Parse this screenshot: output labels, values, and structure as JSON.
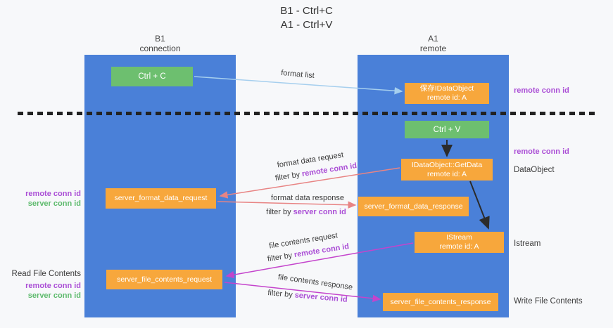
{
  "colors": {
    "background": "#f7f8fa",
    "column_blue": "#4a80d8",
    "green_box": "#6dbf6f",
    "orange_box": "#f7a73c",
    "purple_label": "#ab4fd6",
    "green_label": "#5fbb6e",
    "arrow_blue": "#a6cfee",
    "arrow_salmon": "#e88484",
    "arrow_magenta": "#c444cc",
    "arrow_black": "#2b2b2b",
    "text_dark": "#3c3c3c"
  },
  "title": {
    "line1": "B1 - Ctrl+C",
    "line2": "A1 - Ctrl+V"
  },
  "columns": {
    "left": {
      "name": "B1",
      "subtitle": "connection"
    },
    "right": {
      "name": "A1",
      "subtitle": "remote"
    }
  },
  "boxes": {
    "ctrl_c": {
      "label": "Ctrl + C"
    },
    "ctrl_v": {
      "label": "Ctrl + V"
    },
    "save_dataobject": {
      "line1": "保存IDataObject",
      "line2": "remote id: A"
    },
    "getdata": {
      "line1": "IDataObject::GetData",
      "line2": "remote id: A"
    },
    "istream": {
      "line1": "IStream",
      "line2": "remote id: A"
    },
    "server_format_data_request": {
      "label": "server_format_data_request"
    },
    "server_format_data_response": {
      "label": "server_format_data_response"
    },
    "server_file_contents_request": {
      "label": "server_file_contents_request"
    },
    "server_file_contents_response": {
      "label": "server_file_contents_response"
    }
  },
  "flow_labels": {
    "format_list": "format list",
    "format_data_request": "format data request",
    "format_data_response": "format data response",
    "file_contents_request": "file contents request",
    "file_contents_response": "file contents response",
    "filter_by": "filter by",
    "remote_conn_id": "remote conn id",
    "server_conn_id": "server conn id"
  },
  "side_labels": {
    "right_remote_conn_id_top": "remote conn id",
    "right_remote_conn_id_mid": "remote conn id",
    "dataobject": "DataObject",
    "istream": "Istream",
    "write_file_contents": "Write File Contents",
    "left_remote_conn_id_top": "remote conn id",
    "left_server_conn_id_top": "server conn id",
    "read_file_contents": "Read File Contents",
    "left_remote_conn_id_bottom": "remote conn id",
    "left_server_conn_id_bottom": "server conn id"
  }
}
